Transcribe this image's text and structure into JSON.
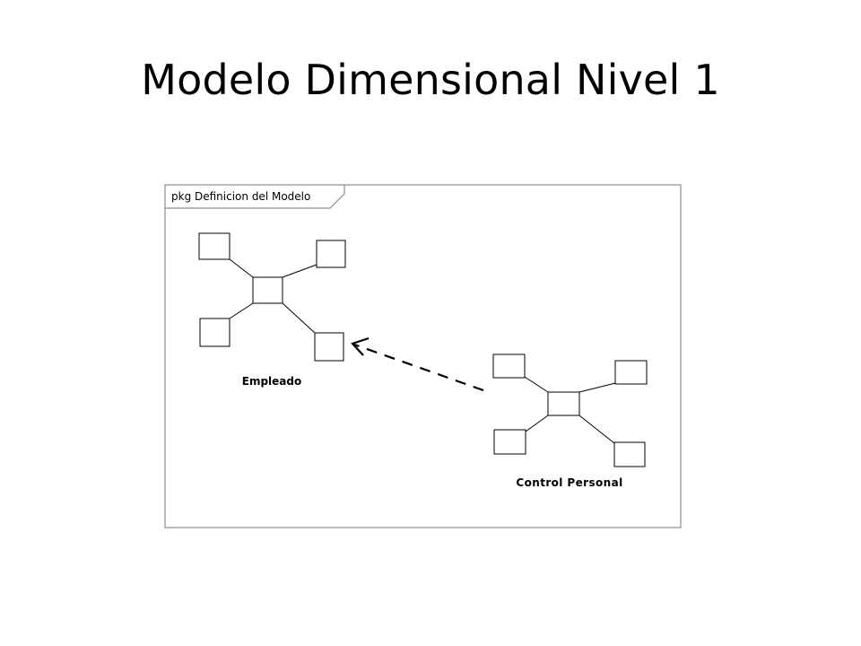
{
  "slide": {
    "title": "Modelo Dimensional Nivel 1"
  },
  "diagram": {
    "frame_label": "pkg Definicion del Modelo",
    "packages": [
      {
        "id": "empleado",
        "label": "Empleado"
      },
      {
        "id": "control-personal",
        "label": "Control Personal"
      }
    ],
    "dependency": {
      "from": "control-personal",
      "to": "empleado",
      "style": "dashed-arrow"
    },
    "colors": {
      "stroke": "#000000",
      "frame": "#8c8c8c",
      "background": "#ffffff"
    }
  }
}
